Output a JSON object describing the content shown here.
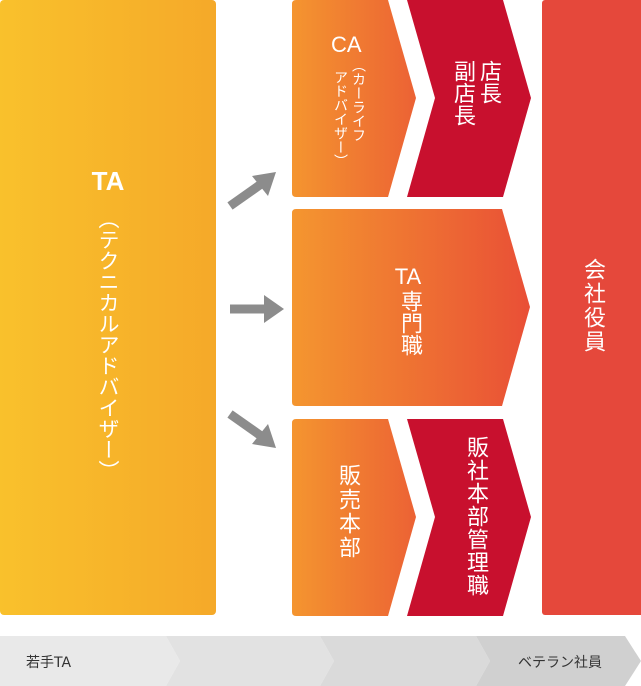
{
  "colors": {
    "ta_gradient_top": "#f8bf2b",
    "ta_gradient_bottom": "#f5a623",
    "orange_light": "#f49a2d",
    "orange_dark": "#ec5c34",
    "crimson": "#c8102e",
    "executive_red": "#e5483b",
    "arrow_gray": "#8a8a8a",
    "timeline_light": "#e9e9e9",
    "timeline_mid": "#dcdcdc",
    "timeline_dark": "#cfcfcf"
  },
  "ta_box": {
    "title": "TA",
    "subtitle": "（テクニカルアドバイザー）"
  },
  "ca_box": {
    "title": "CA",
    "subtitle_line1": "（カーライフ",
    "subtitle_line2": "アドバイザー）"
  },
  "store_manager_box": {
    "line1": "店長",
    "line2": "副店長"
  },
  "ta_specialist_box": {
    "line1": "TA",
    "line2": "専門職"
  },
  "sales_hq_box": {
    "label": "販売本部"
  },
  "sales_hq_management_box": {
    "label": "販社本部管理職"
  },
  "executive_box": {
    "label": "会社役員"
  },
  "timeline": {
    "start_label": "若手TA",
    "end_label": "ベテラン社員"
  }
}
